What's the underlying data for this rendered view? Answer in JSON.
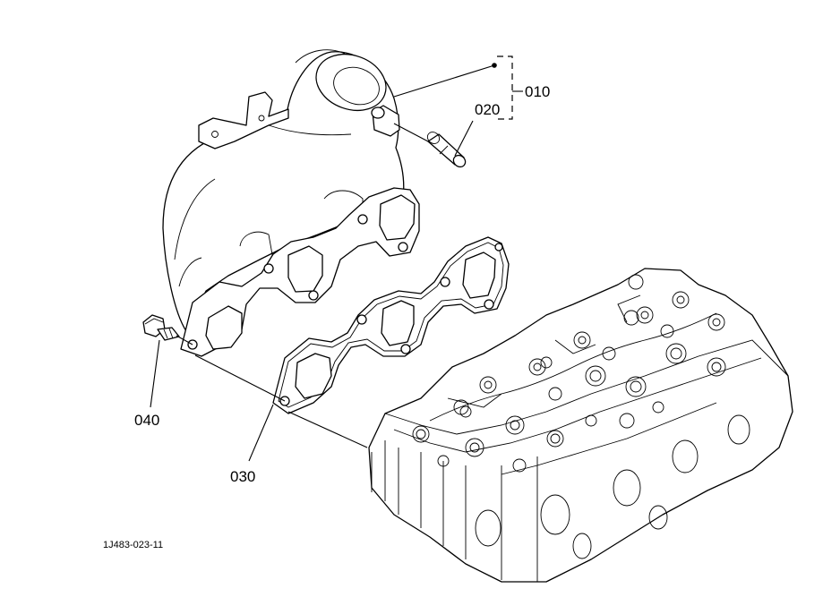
{
  "callouts": {
    "c010": "010",
    "c020": "020",
    "c030": "030",
    "c040": "040"
  },
  "figure_id": "1J483-023-11"
}
